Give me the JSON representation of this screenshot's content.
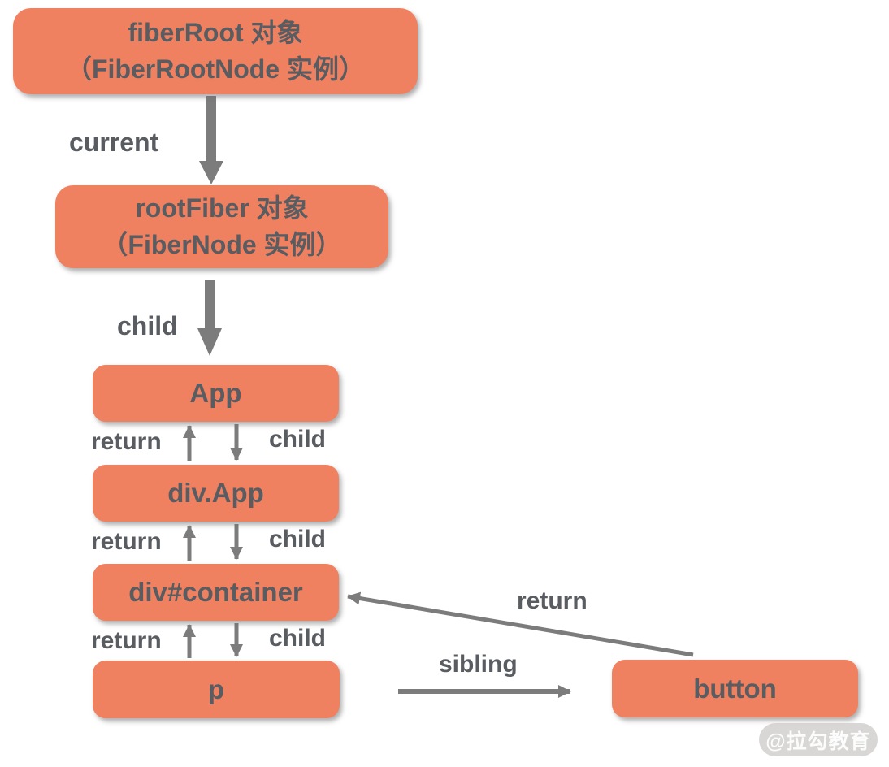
{
  "nodes": {
    "fiber_root": {
      "line1": "fiberRoot 对象",
      "line2": "（FiberRootNode 实例）"
    },
    "root_fiber": {
      "line1": "rootFiber 对象",
      "line2": "（FiberNode 实例）"
    },
    "app": {
      "label": "App"
    },
    "div_app": {
      "label": "div.App"
    },
    "div_container": {
      "label": "div#container"
    },
    "p": {
      "label": "p"
    },
    "button": {
      "label": "button"
    }
  },
  "edges": {
    "current": {
      "label": "current"
    },
    "child_root": {
      "label": "child"
    },
    "return_app": {
      "label": "return"
    },
    "child_app": {
      "label": "child"
    },
    "return_div_app": {
      "label": "return"
    },
    "child_div_app": {
      "label": "child"
    },
    "return_p": {
      "label": "return"
    },
    "child_p": {
      "label": "child"
    },
    "sibling": {
      "label": "sibling"
    },
    "return_button": {
      "label": "return"
    }
  },
  "watermark": {
    "text": "@拉勾教育"
  },
  "colors": {
    "node_fill": "#F08160",
    "text": "#595C61",
    "arrow": "#7C7C7C"
  }
}
